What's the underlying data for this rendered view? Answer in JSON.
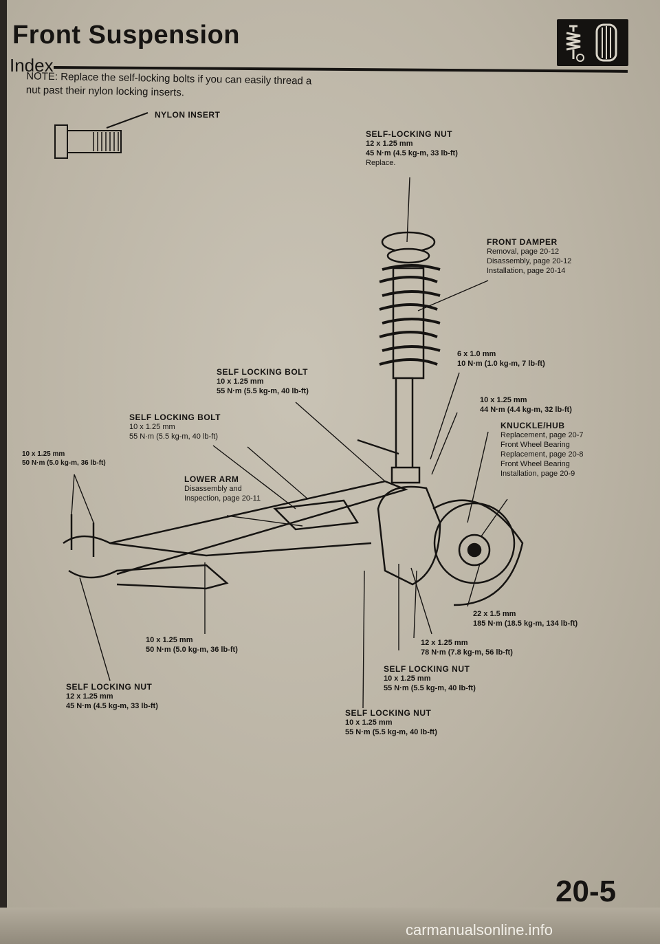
{
  "header": {
    "title": "Front Suspension",
    "subtitle": "Index",
    "note": "NOTE: Replace the self-locking bolts if you can easily thread a nut past their nylon locking inserts."
  },
  "nylon_insert": "NYLON INSERT",
  "labels": {
    "self_locking_nut_top": {
      "heading": "SELF-LOCKING NUT",
      "size": "12 x 1.25 mm",
      "torque": "45 N·m (4.5 kg-m, 33 lb-ft)",
      "note": "Replace."
    },
    "front_damper": {
      "heading": "FRONT DAMPER",
      "lines": [
        "Removal, page 20-12",
        "Disassembly, page 20-12",
        "Installation, page 20-14"
      ]
    },
    "bolt_6x10": {
      "size": "6 x 1.0 mm",
      "torque": "10 N·m (1.0 kg-m, 7 lb-ft)"
    },
    "self_locking_bolt_1": {
      "heading": "SELF LOCKING BOLT",
      "size": "10 x 1.25 mm",
      "torque": "55 N·m (5.5 kg-m, 40 lb-ft)"
    },
    "self_locking_bolt_2": {
      "heading": "SELF LOCKING BOLT",
      "size": "10 x 1.25 mm",
      "torque": "55 N·m (5.5 kg-m, 40 lb-ft)"
    },
    "bolt_10x44": {
      "size": "10 x 1.25 mm",
      "torque": "44 N·m (4.4 kg-m, 32 lb-ft)"
    },
    "knuckle_hub": {
      "heading": "KNUCKLE/HUB",
      "lines": [
        "Replacement, page 20-7",
        "Front Wheel Bearing",
        "Replacement, page 20-8",
        "Front Wheel Bearing",
        "Installation, page 20-9"
      ]
    },
    "bolt_left": {
      "size": "10 x 1.25 mm",
      "torque": "50 N·m (5.0 kg-m, 36 lb-ft)"
    },
    "lower_arm": {
      "heading": "LOWER ARM",
      "lines": [
        "Disassembly and",
        "Inspection, page 20-11"
      ]
    },
    "axle_nut": {
      "size": "22 x 1.5 mm",
      "torque": "185 N·m (18.5 kg-m, 134 lb-ft)"
    },
    "bolt_center": {
      "size": "10 x 1.25 mm",
      "torque": "50 N·m (5.0 kg-m, 36 lb-ft)"
    },
    "bolt_12x78": {
      "size": "12 x 1.25 mm",
      "torque": "78 N·m (7.8 kg-m, 56 lb-ft)"
    },
    "self_locking_nut_mid": {
      "heading": "SELF LOCKING NUT",
      "size": "10 x 1.25 mm",
      "torque": "55 N·m (5.5 kg-m, 40 lb-ft)"
    },
    "self_locking_nut_left": {
      "heading": "SELF LOCKING NUT",
      "size": "12 x 1.25 mm",
      "torque": "45 N·m (4.5 kg-m, 33 lb-ft)"
    },
    "self_locking_nut_bottom": {
      "heading": "SELF LOCKING NUT",
      "size": "10 x 1.25 mm",
      "torque": "55 N·m (5.5 kg-m, 40 lb-ft)"
    }
  },
  "page_number": "20-5",
  "watermark": "carmanualsonline.info"
}
